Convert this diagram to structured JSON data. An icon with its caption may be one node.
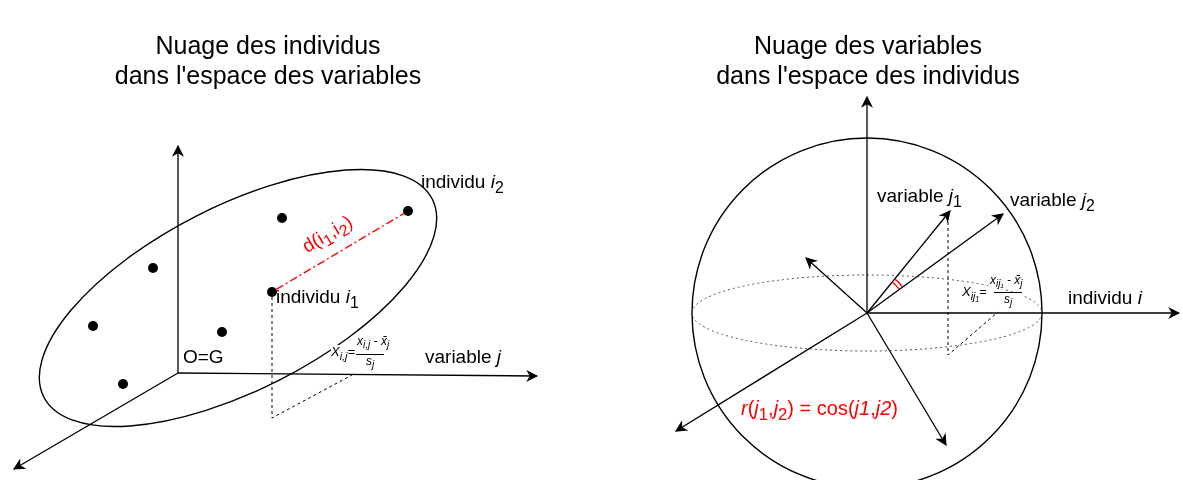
{
  "diagram": {
    "nodes": [
      {
        "text": [],
        "shape": "circle",
        "beside": [
          "individu *i*$_{1}$"
        ]
      },
      {
        "text": [],
        "shape": "circle",
        "beside": [
          "individu *i*$_{2}$"
        ]
      },
      {
        "text": [],
        "shape": "circle"
      },
      {
        "text": [],
        "shape": "circle"
      },
      {
        "text": [],
        "shape": "circle"
      },
      {
        "text": [],
        "shape": "circle"
      },
      {
        "text": [],
        "shape": "circle"
      }
    ],
    "edges": [
      {
        "from": 0,
        "to": 1,
        "arrow": "none",
        "label": "d(i$_{1}$,i$_{2}$)",
        "style": "dashed",
        "color": "#ff0000"
      }
    ],
    "labels": [
      "Nuage des individus dans l'espace des variables",
      "Nuage des variables dans l'espace des individus",
      "O=G",
      "X$_{i,j}$=",
      "x$_{i,j}$ - x̄$_{j}$",
      "s$_{j}$",
      "variable *j*",
      "variable *j*$_{1}$",
      "variable *j*$_{2}$",
      "X$_{ij₁}$=",
      "x$_{ij₁}$ - x̄$_{j}$",
      "s$_{j}$",
      "individu *i*",
      "*r*(*j*$_{1}$,*j*$_{2}$) = cos(*j1*,*j2*)"
    ]
  }
}
